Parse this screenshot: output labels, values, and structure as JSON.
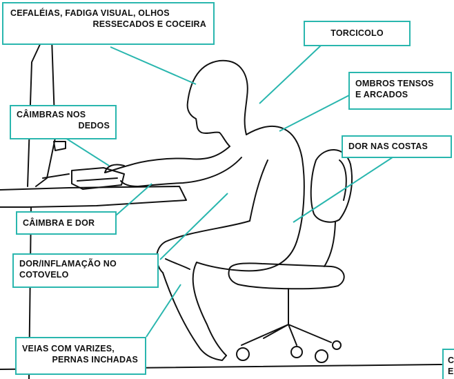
{
  "colors": {
    "accent": "#29b6ae",
    "ink": "#111111",
    "background": "#ffffff"
  },
  "labels": {
    "headache": {
      "lines": [
        "CEFALÉIAS, FADIGA VISUAL, OLHOS",
        "RESSECADOS E COCEIRA"
      ]
    },
    "torticollis": {
      "lines": [
        "TORCICOLO"
      ]
    },
    "shoulders": {
      "lines": [
        "OMBROS TENSOS",
        "E ARCADOS"
      ]
    },
    "fingers": {
      "lines": [
        "CÂIMBRAS NOS",
        "DEDOS"
      ]
    },
    "back": {
      "lines": [
        "DOR NAS COSTAS"
      ]
    },
    "cramp": {
      "lines": [
        "CÂIMBRA E DOR"
      ]
    },
    "elbow": {
      "lines": [
        "DOR/INFLAMAÇÃO NO",
        "COTOVELO"
      ]
    },
    "legs": {
      "lines": [
        "VEIAS COM VARIZES,",
        "PERNAS INCHADAS"
      ]
    },
    "cropped": {
      "lines": [
        "C",
        "E"
      ]
    }
  }
}
